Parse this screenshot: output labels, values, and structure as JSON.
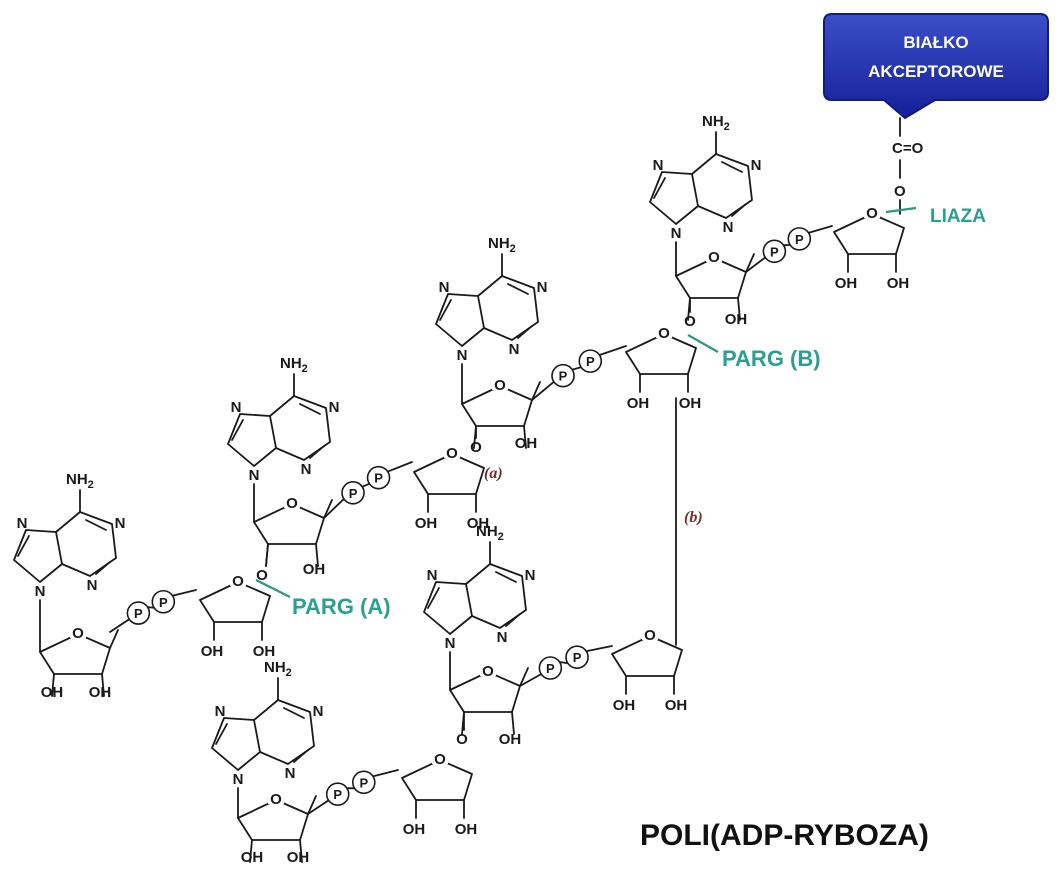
{
  "title": "POLI(ADP-RYBOZA)",
  "acceptor_protein": {
    "line1": "BIAŁKO",
    "line2": "AKCEPTOROWE"
  },
  "enzymes": {
    "liaza": "LIAZA",
    "parg_a": "PARG (A)",
    "parg_b": "PARG (B)"
  },
  "linkages": {
    "a": "(a)",
    "b": "(b)"
  },
  "atoms": {
    "oxygen": "O",
    "nitrogen": "N",
    "hydroxyl": "OH",
    "amine": "NH",
    "amine_sub": "2",
    "phosphate": "P",
    "carbonyl": "C=O"
  },
  "colors": {
    "enzyme": "#2aa093",
    "linkage": "#7a2a2a",
    "badge": "#1f2fa0",
    "badge_edge": "#101c78"
  }
}
